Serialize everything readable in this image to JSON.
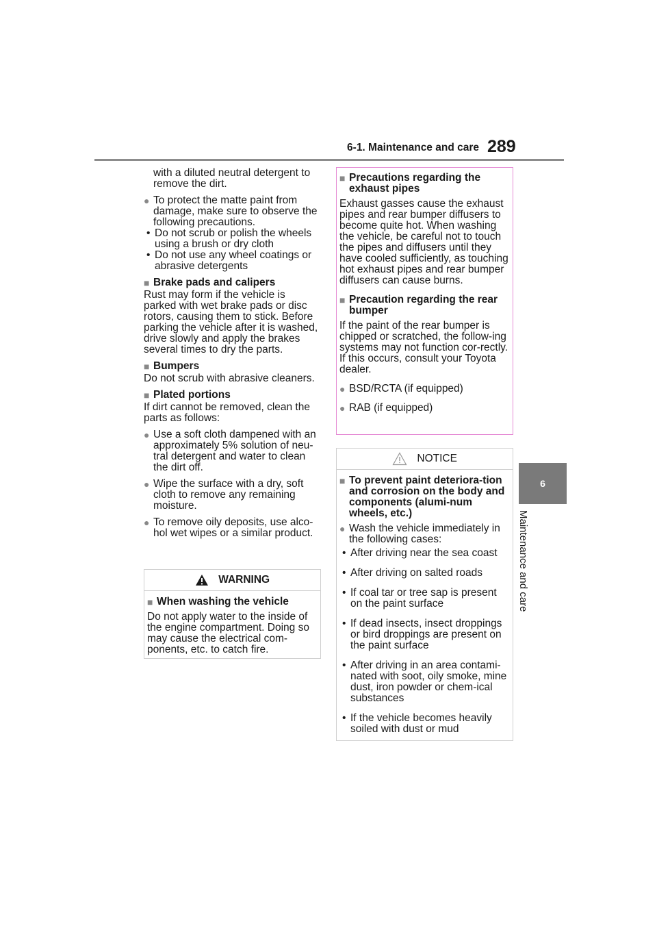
{
  "header": {
    "section_title": "6-1. Maintenance and care",
    "page_number": "289"
  },
  "side_tab": {
    "chapter_number": "6",
    "chapter_title": "Maintenance and care"
  },
  "left_column": {
    "intro_text": "with a diluted neutral detergent to remove the dirt.",
    "matte_bullet": "To protect the matte paint from damage, make sure to observe the following precautions.",
    "matte_subs": [
      "Do not scrub or polish the wheels using a brush or dry cloth",
      "Do not use any wheel coatings or abrasive detergents"
    ],
    "brake_heading": "Brake pads and calipers",
    "brake_text": "Rust may form if the vehicle is parked with wet brake pads or disc rotors, causing them to stick. Before parking the vehicle after it is washed, drive slowly and apply the brakes several times to dry the parts.",
    "bumpers_heading": "Bumpers",
    "bumpers_text": "Do not scrub with abrasive cleaners.",
    "plated_heading": "Plated portions",
    "plated_text": "If dirt cannot be removed, clean the parts as follows:",
    "plated_bullets": [
      "Use a soft cloth dampened with an approximately 5% solution of neu-tral detergent and water to clean the dirt off.",
      "Wipe the surface with a dry, soft cloth to remove any remaining moisture.",
      "To remove oily deposits, use alco-hol wet wipes or a similar product."
    ]
  },
  "warning_box": {
    "title": "WARNING",
    "heading": "When washing the vehicle",
    "text": "Do not apply water to the inside of the engine compartment. Doing so may cause the electrical com-ponents, etc. to catch fire."
  },
  "precautions_box": {
    "exhaust_heading": "Precautions regarding the exhaust pipes",
    "exhaust_text": "Exhaust gasses cause the exhaust pipes and rear bumper diffusers to become quite hot. When washing the vehicle, be careful not to touch the pipes and diffusers until they have cooled sufficiently, as touching hot exhaust pipes and rear bumper diffusers can cause burns.",
    "bumper_heading": "Precaution regarding the rear bumper",
    "bumper_text": "If the paint of the rear bumper is chipped or scratched, the follow-ing systems may not function cor-rectly. If this occurs, consult your Toyota dealer.",
    "bullets": [
      "BSD/RCTA (if equipped)",
      "RAB (if equipped)"
    ]
  },
  "notice_box": {
    "title": "NOTICE",
    "heading": "To prevent paint deteriora-tion and corrosion on the body and components (alumi-num wheels, etc.)",
    "bullet": "Wash the vehicle immediately in the following cases:",
    "cases": [
      "After driving near the sea coast",
      "After driving on salted roads",
      "If coal tar or tree sap is present on the paint surface",
      "If dead insects, insect droppings or bird droppings are present on the paint surface",
      "After driving in an area contami-nated with soot, oily smoke, mine dust, iron powder or chem-ical substances",
      "If the vehicle becomes heavily soiled with dust or mud"
    ]
  },
  "symbols": {
    "bullet": "●",
    "square": "■",
    "dash": "•"
  },
  "colors": {
    "rule": "#8c8c8c",
    "tab": "#7a7a7a",
    "precaution_border": "#e58ad4",
    "box_border": "#cfcfcf"
  }
}
